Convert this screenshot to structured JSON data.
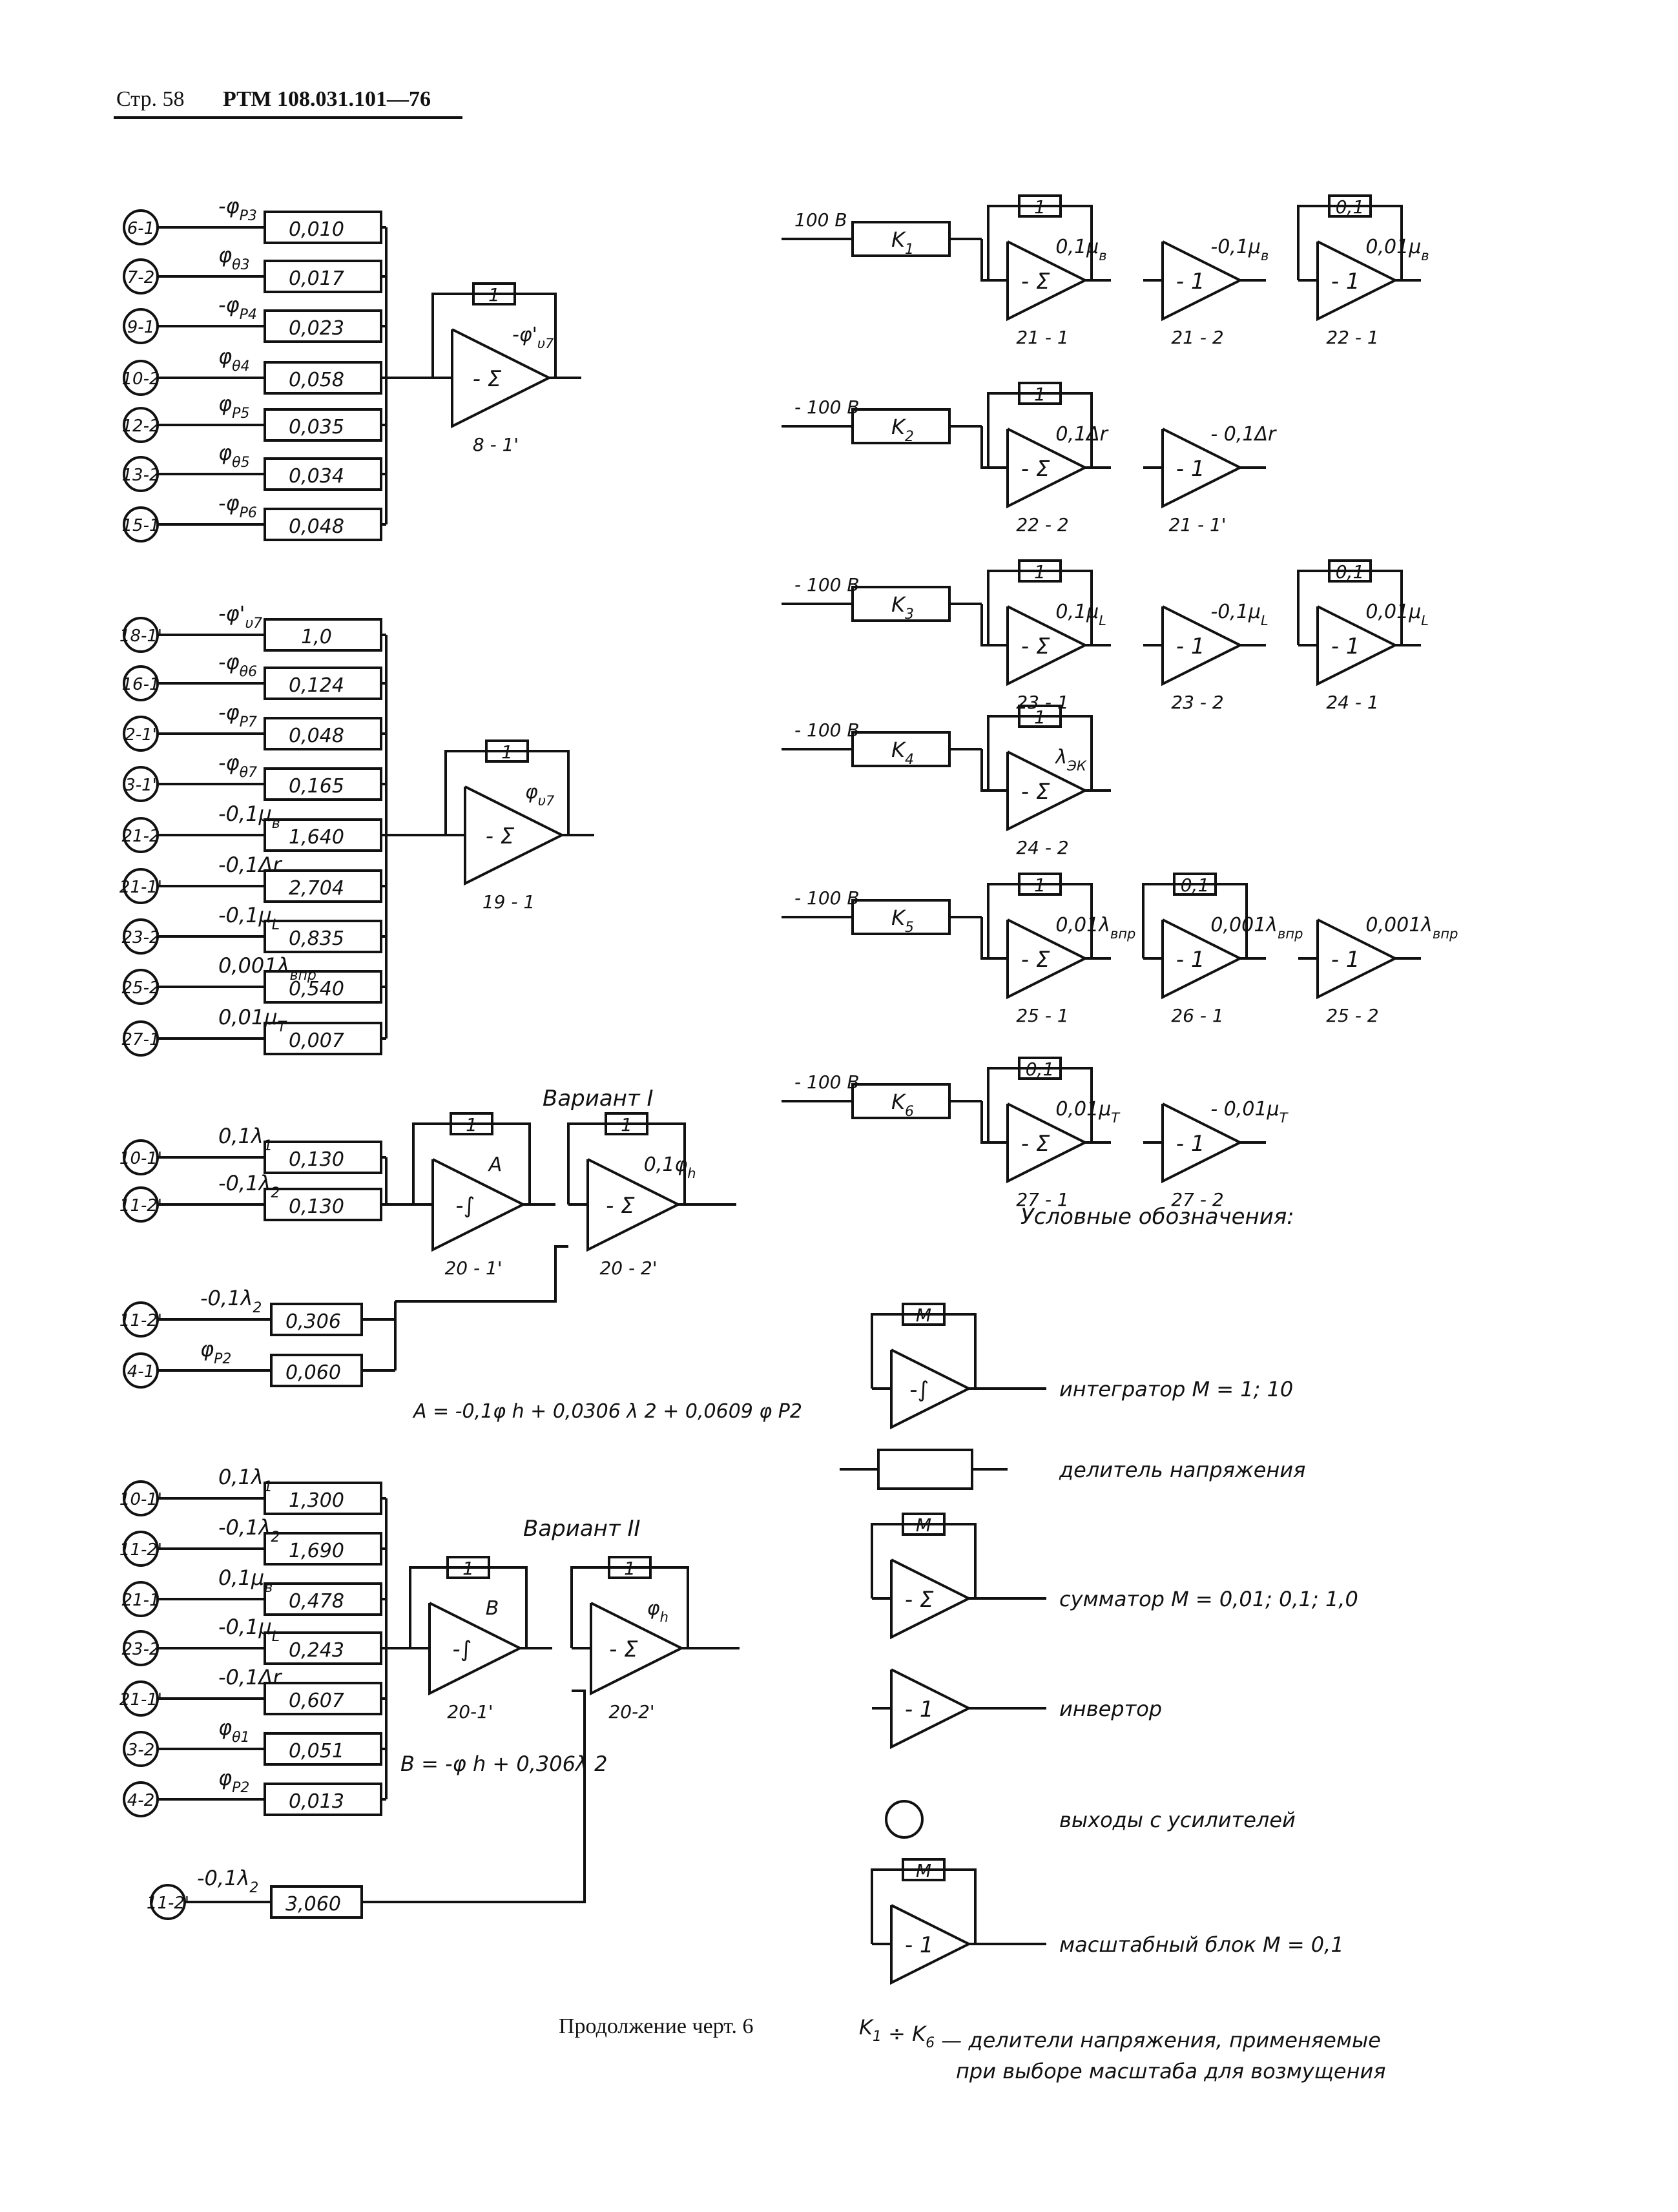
{
  "header": {
    "page_label": "Стр. 58",
    "doc_code": "РТМ 108.031.101—76"
  },
  "left_top_summer": {
    "inputs": [
      {
        "node": "6-1",
        "signal": "-φ",
        "sub": "P3",
        "coef": "0,010"
      },
      {
        "node": "7-2",
        "signal": "φ",
        "sub": "θ3",
        "coef": "0,017"
      },
      {
        "node": "9-1",
        "signal": "-φ",
        "sub": "P4",
        "coef": "0,023"
      },
      {
        "node": "10-2",
        "signal": "φ",
        "sub": "θ4",
        "coef": "0,058"
      },
      {
        "node": "12-2",
        "signal": "φ",
        "sub": "P5",
        "coef": "0,035"
      },
      {
        "node": "13-2",
        "signal": "φ",
        "sub": "θ5",
        "coef": "0,034"
      },
      {
        "node": "15-1",
        "signal": "-φ",
        "sub": "P6",
        "coef": "0,048"
      }
    ],
    "feedback": "1",
    "symbol": "- Σ",
    "output": "-φ'",
    "output_sub": "υ7",
    "id": "8 - 1'"
  },
  "left_mid_summer": {
    "inputs": [
      {
        "node": "18-1'",
        "signal": "-φ'",
        "sub": "υ7",
        "coef": "1,0"
      },
      {
        "node": "16-1",
        "signal": "-φ",
        "sub": "θ6",
        "coef": "0,124"
      },
      {
        "node": "2-1'",
        "signal": "-φ",
        "sub": "P7",
        "coef": "0,048"
      },
      {
        "node": "3-1'",
        "signal": "-φ",
        "sub": "θ7",
        "coef": "0,165"
      },
      {
        "node": "21-2",
        "signal": "-0,1μ",
        "sub": "в",
        "coef": "1,640"
      },
      {
        "node": "21-1'",
        "signal": "-0,1Δr",
        "sub": "",
        "coef": "2,704"
      },
      {
        "node": "23-2",
        "signal": "-0,1μ",
        "sub": "L",
        "coef": "0,835"
      },
      {
        "node": "25-2",
        "signal": "0,001λ",
        "sub": "впр",
        "coef": "0,540"
      },
      {
        "node": "27-1",
        "signal": "0,01μ",
        "sub": "T",
        "coef": "0,007"
      }
    ],
    "feedback": "1",
    "symbol": "- Σ",
    "output": "φ",
    "output_sub": "υ7",
    "id": "19 - 1"
  },
  "variant1": {
    "title": "Вариант I",
    "inputs": [
      {
        "node": "10-1'",
        "signal": "0,1λ",
        "sub": "1",
        "coef": "0,130"
      },
      {
        "node": "11-2'",
        "signal": "-0,1λ",
        "sub": "2",
        "coef": "0,130"
      }
    ],
    "integrator": {
      "feedback": "1",
      "symbol": "-∫",
      "output": "A",
      "id": "20 - 1'"
    },
    "summer": {
      "feedback": "1",
      "symbol": "- Σ",
      "output": "0,1φ",
      "output_sub": "h",
      "id": "20 - 2'"
    },
    "aux_inputs": [
      {
        "node": "11-2'",
        "signal": "-0,1λ",
        "sub": "2",
        "coef": "0,306"
      },
      {
        "node": "4-1",
        "signal": "φ",
        "sub": "P2",
        "coef": "0,060"
      }
    ],
    "formula": "A = -0,1φ h + 0,0306 λ 2 + 0,0609 φ P2"
  },
  "variant2": {
    "title": "Вариант II",
    "inputs": [
      {
        "node": "10-1'",
        "signal": "0,1λ",
        "sub": "1",
        "coef": "1,300"
      },
      {
        "node": "11-2'",
        "signal": "-0,1λ",
        "sub": "2",
        "coef": "1,690"
      },
      {
        "node": "21-1",
        "signal": "0,1μ",
        "sub": "в",
        "coef": "0,478"
      },
      {
        "node": "23-2",
        "signal": "-0,1μ",
        "sub": "L",
        "coef": "0,243"
      },
      {
        "node": "21-1'",
        "signal": "-0,1Δr",
        "sub": "",
        "coef": "0,607"
      },
      {
        "node": "3-2",
        "signal": "φ",
        "sub": "θ1",
        "coef": "0,051"
      },
      {
        "node": "4-2",
        "signal": "φ",
        "sub": "P2",
        "coef": "0,013"
      }
    ],
    "integrator": {
      "feedback": "1",
      "symbol": "-∫",
      "output": "B",
      "id": "20-1'"
    },
    "summer": {
      "feedback": "1",
      "symbol": "- Σ",
      "output": "φ",
      "output_sub": "h",
      "id": "20-2'"
    },
    "formula": "B = -φ h + 0,306λ 2",
    "aux_input": {
      "node": "11-2'",
      "signal": "-0,1λ",
      "sub": "2",
      "coef": "3,060"
    }
  },
  "right_chains": [
    {
      "input": "100 В",
      "divider": "K",
      "divider_sub": "1",
      "stages": [
        {
          "type": "sum",
          "symbol": "- Σ",
          "feedback": "1",
          "out": "0,1μ",
          "out_sub": "в",
          "id": "21 - 1"
        },
        {
          "type": "inv",
          "symbol": "- 1",
          "out": "-0,1μ",
          "out_sub": "в",
          "id": "21 - 2"
        },
        {
          "type": "scale",
          "symbol": "- 1",
          "feedback": "0,1",
          "out": "0,01μ",
          "out_sub": "в",
          "id": "22 - 1"
        }
      ]
    },
    {
      "input": "- 100 В",
      "divider": "K",
      "divider_sub": "2",
      "stages": [
        {
          "type": "sum",
          "symbol": "- Σ",
          "feedback": "1",
          "out": "0,1Δr",
          "out_sub": "",
          "id": "22 - 2"
        },
        {
          "type": "inv",
          "symbol": "- 1",
          "out": "- 0,1Δr",
          "out_sub": "",
          "id": "21 - 1'"
        }
      ]
    },
    {
      "input": "- 100 В",
      "divider": "K",
      "divider_sub": "3",
      "stages": [
        {
          "type": "sum",
          "symbol": "- Σ",
          "feedback": "1",
          "out": "0,1μ",
          "out_sub": "L",
          "id": "23 - 1"
        },
        {
          "type": "inv",
          "symbol": "- 1",
          "out": "-0,1μ",
          "out_sub": "L",
          "id": "23 - 2"
        },
        {
          "type": "scale",
          "symbol": "- 1",
          "feedback": "0,1",
          "out": "0,01μ",
          "out_sub": "L",
          "id": "24 - 1"
        }
      ]
    },
    {
      "input": "- 100 В",
      "divider": "K",
      "divider_sub": "4",
      "stages": [
        {
          "type": "sum",
          "symbol": "- Σ",
          "feedback": "1",
          "out": "λ",
          "out_sub": "ЭК",
          "id": "24 - 2"
        }
      ]
    },
    {
      "input": "- 100 В",
      "divider": "K",
      "divider_sub": "5",
      "stages": [
        {
          "type": "sum",
          "symbol": "- Σ",
          "feedback": "1",
          "out": "0,01λ",
          "out_sub": "впр",
          "id": "25 - 1"
        },
        {
          "type": "scale",
          "symbol": "- 1",
          "feedback": "0,1",
          "out": "0,001λ",
          "out_sub": "впр",
          "id": "26 - 1"
        },
        {
          "type": "inv",
          "symbol": "- 1",
          "out": "0,001λ",
          "out_sub": "впр",
          "id": "25 - 2"
        }
      ]
    },
    {
      "input": "- 100 В",
      "divider": "K",
      "divider_sub": "6",
      "stages": [
        {
          "type": "sum",
          "symbol": "- Σ",
          "feedback": "0,1",
          "out": "0,01μ",
          "out_sub": "T",
          "id": "27 - 1"
        },
        {
          "type": "inv",
          "symbol": "- 1",
          "out": "- 0,01μ",
          "out_sub": "T",
          "id": "27 - 2"
        }
      ]
    }
  ],
  "legend": {
    "title": "Условные обозначения:",
    "items": [
      {
        "symbol": "-∫",
        "fb": "M",
        "label": "интегратор  M = 1; 10"
      },
      {
        "symbol": "",
        "fb": "",
        "label": "делитель напряжения"
      },
      {
        "symbol": "- Σ",
        "fb": "M",
        "label": "сумматор  M = 0,01;  0,1;  1,0"
      },
      {
        "symbol": "- 1",
        "fb": "",
        "label": "инвертор"
      },
      {
        "symbol": "",
        "fb": "",
        "label": "выходы с усилителей"
      },
      {
        "symbol": "- 1",
        "fb": "M",
        "label": "масштабный блок  M = 0,1"
      }
    ]
  },
  "footer": {
    "caption": "Продолжение черт. 6",
    "k_left": "K",
    "k_left_sub": "1",
    "k_sep": " ÷ ",
    "k_right": "K",
    "k_right_sub": "6",
    "note_line1": " — делители напряжения, применяемые",
    "note_line2": "при выборе масштаба для возмущения"
  }
}
